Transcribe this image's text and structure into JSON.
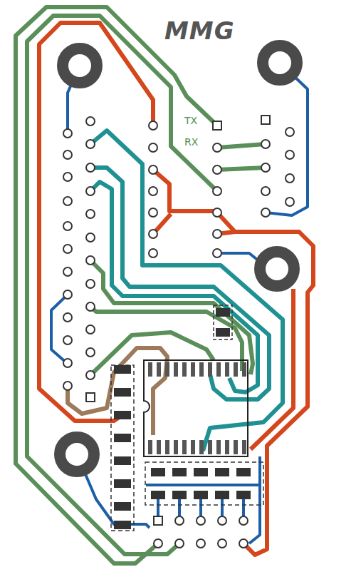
{
  "diagram": {
    "title": "MMG",
    "labels": [
      "TX",
      "RX"
    ]
  }
}
